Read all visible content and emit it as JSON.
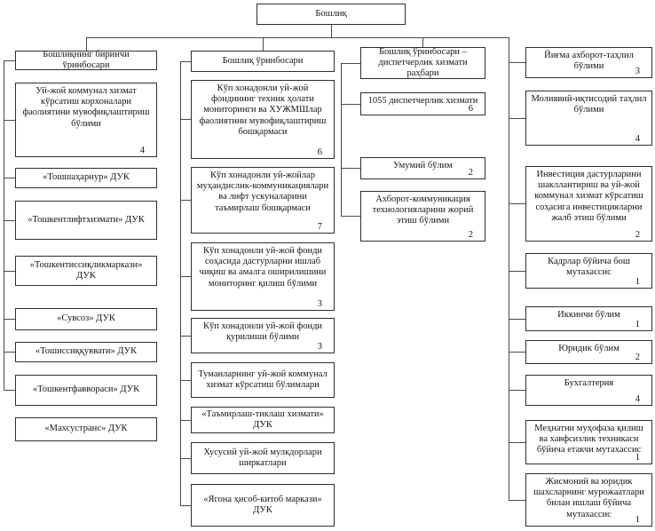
{
  "root": {
    "label": "Бошлиқ"
  },
  "columns": [
    {
      "header": "Бошлиқнинг биринчи ўринбосари",
      "items": [
        {
          "label": "Уй-жой коммунал хизмат кўрсатиш корхоналари фаолиятини мувофиқлаштириш бўлими",
          "count": "4"
        },
        {
          "label": "«Тошшаҳарнур» ДУК"
        },
        {
          "label": "«Тошкентлифтхизмати» ДУК"
        },
        {
          "label": "«Тошкентиссиқликмаркази» ДУК"
        },
        {
          "label": "«Сувсоз» ДУК"
        },
        {
          "label": "«Тошиссиққуввати» ДУК"
        },
        {
          "label": "«Тошкентфаввораси» ДУК"
        },
        {
          "label": "«Махсустранс» ДУК"
        }
      ]
    },
    {
      "header": "Бошлиқ ўринбосари",
      "items": [
        {
          "label": "Кўп хонадонли уй-жой фондининг техник ҳолати мониторинги ва ХУЖМШлар фаолиятини мувофиқлаштириш бошқармаси",
          "count": "6"
        },
        {
          "label": "Кўп хонадонли уй-жойлар муҳандислик-коммуникациялари ва лифт ускуналарини таъмирлаш бошқармаси",
          "count": "7"
        },
        {
          "label": "Кўп хонадонли уй-жой фонди соҳасида дастурларни ишлаб чиқиш ва амалга оширилишини мониторинг қилиш бўлими",
          "count": "3"
        },
        {
          "label": "Кўп хонадонли уй-жой фонди қурилиши бўлими",
          "count": "3"
        },
        {
          "label": "Туманларнинг уй-жой коммунал хизмат кўрсатиш бўлимлари"
        },
        {
          "label": "«Таъмирлаш-тиклаш хизмати» ДУК"
        },
        {
          "label": "Хусусий уй-жой мулкдорлари ширкатлари"
        },
        {
          "label": "«Ягона ҳисоб-китоб маркази» ДУК"
        }
      ]
    },
    {
      "header": "Бошлиқ ўринбосари – диспетчерлик хизмати раҳбари",
      "items": [
        {
          "label": "1055 диспетчерлик хизмати",
          "count": "6"
        },
        {
          "label": "Умумий бўлим",
          "count": "2"
        },
        {
          "label": "Ахборот-коммуникация технологияларини жорий этиш бўлими",
          "count": "2"
        }
      ]
    },
    {
      "header": "",
      "items": [
        {
          "label": "Йиғма ахборот-таҳлил бўлими",
          "count": "3"
        },
        {
          "label": "Молиявий-иқтисодий таҳлил бўлими",
          "count": "4"
        },
        {
          "label": "Инвестиция дастурларини шакллантириш ва уй-жой коммунал хизмат кўрсатиш соҳасига инвестицияларни жалб этиш бўлими",
          "count": "2"
        },
        {
          "label": "Кадрлар бўйича бош мутахассис",
          "count": "1"
        },
        {
          "label": "Иккинчи бўлим",
          "count": "1"
        },
        {
          "label": "Юридик бўлим",
          "count": "2"
        },
        {
          "label": "Бухгалтерия",
          "count": "4"
        },
        {
          "label": "Меҳнатни муҳофаза қилиш ва хавфсизлик техникаси бўйича етакчи мутахассис",
          "count": "1"
        },
        {
          "label": "Жисмоний ва юридик шахсларнинг мурожаатлари билан ишлаш бўйича мутахассис",
          "count": "1"
        }
      ]
    }
  ],
  "colors": {
    "line": "#4a4a4a",
    "border": "#2e2e2e",
    "background": "#ffffff",
    "text": "#141414"
  }
}
